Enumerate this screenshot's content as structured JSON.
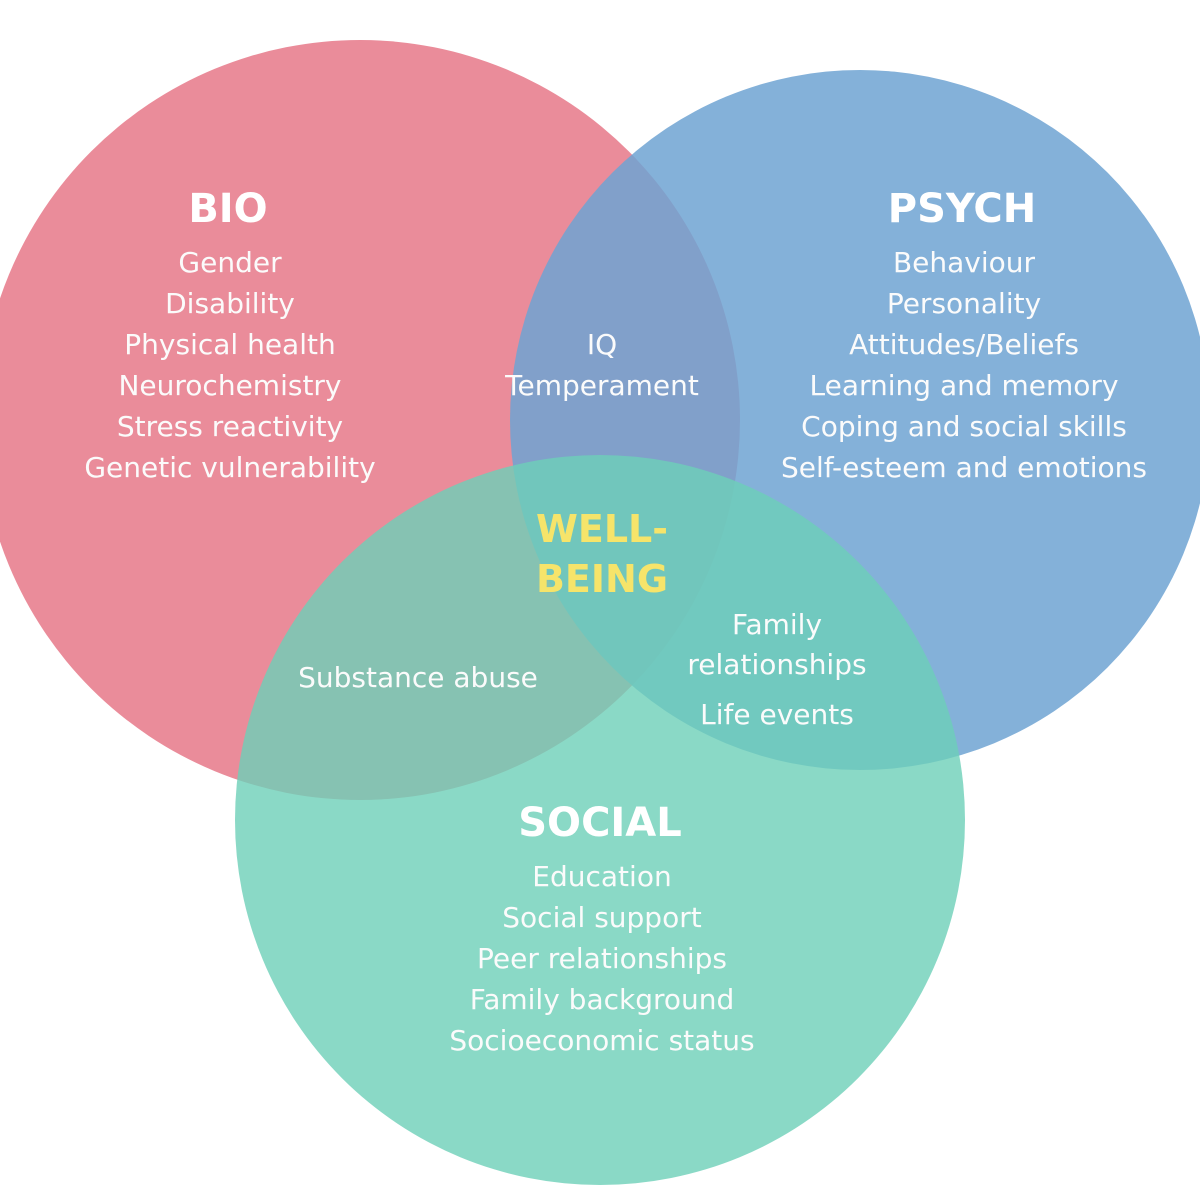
{
  "colors": {
    "bio": "#e8808f",
    "psych": "#6fa3d2",
    "social": "#6dcfb8",
    "wellbeing_text": "#f6e46a"
  },
  "bio": {
    "title": "BIO",
    "items": [
      "Gender",
      "Disability",
      "Physical health",
      "Neurochemistry",
      "Stress reactivity",
      "Genetic vulnerability"
    ]
  },
  "psych": {
    "title": "PSYCH",
    "items": [
      "Behaviour",
      "Personality",
      "Attitudes/Beliefs",
      "Learning and memory",
      "Coping and social skills",
      "Self-esteem and emotions"
    ]
  },
  "social": {
    "title": "SOCIAL",
    "items": [
      "Education",
      "Social support",
      "Peer relationships",
      "Family background",
      "Socioeconomic status"
    ]
  },
  "bio_psych": {
    "items": [
      "IQ",
      "Temperament"
    ]
  },
  "bio_social": {
    "items": [
      "Substance abuse"
    ]
  },
  "psych_social": {
    "items": [
      "Family",
      "relationships",
      "Life events"
    ]
  },
  "center": {
    "lines": [
      "WELL-",
      "BEING"
    ]
  }
}
